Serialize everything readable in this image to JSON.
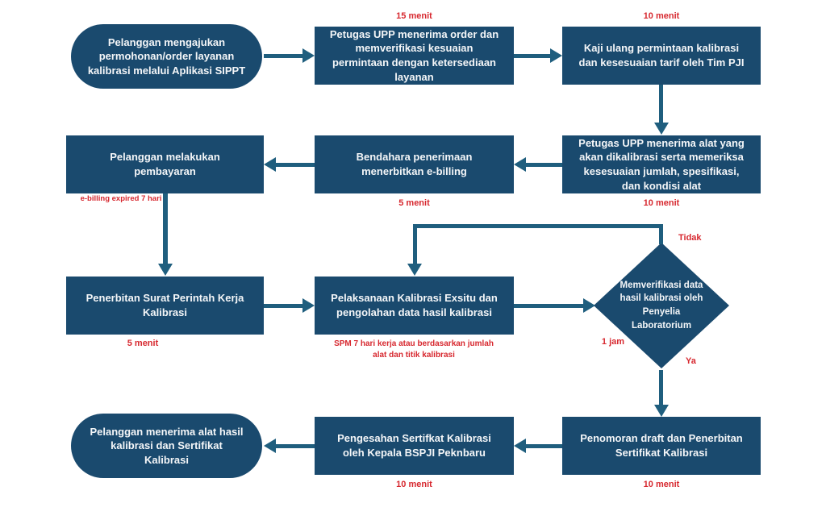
{
  "colors": {
    "bg": "#ffffff",
    "box": "#1a4a6e",
    "arrow": "#1f5e7e",
    "red": "#d7282f",
    "text": "#f4f6f8"
  },
  "flow": {
    "start": {
      "label": "Pelanggan mengajukan permohonan/order layanan kalibrasi melalui Aplikasi SIPPT"
    },
    "verify_order": {
      "label": "Petugas UPP menerima order dan memverifikasi kesuaian permintaan dengan ketersediaan layanan",
      "time": "15 menit"
    },
    "review": {
      "label": "Kaji ulang permintaan kalibrasi dan kesesuaian tarif oleh Tim PJI",
      "time": "10 menit"
    },
    "receive_tools": {
      "label": "Petugas UPP menerima alat yang akan dikalibrasi serta memeriksa kesesuaian jumlah, spesifikasi, dan kondisi alat",
      "time": "10 menit"
    },
    "ebilling": {
      "label": "Bendahara penerimaan menerbitkan e-billing",
      "time": "5 menit"
    },
    "payment": {
      "label": "Pelanggan melakukan pembayaran",
      "note": "e-billing expired 7 hari"
    },
    "spk": {
      "label": "Penerbitan Surat Perintah Kerja Kalibrasi",
      "time": "5 menit"
    },
    "kalibrasi": {
      "label": "Pelaksanaan Kalibrasi Exsitu dan pengolahan data hasil kalibrasi",
      "note": "SPM 7 hari kerja atau berdasarkan jumlah alat dan titik kalibrasi"
    },
    "verifikasi": {
      "label": "Memverifikasi data hasil kalibrasi oleh Penyelia Laboratorium",
      "time": "1 jam",
      "no_label": "Tidak",
      "yes_label": "Ya"
    },
    "penomoran": {
      "label": "Penomoran draft dan Penerbitan Sertifikat Kalibrasi",
      "time": "10 menit"
    },
    "pengesahan": {
      "label": "Pengesahan Sertifkat Kalibrasi oleh Kepala BSPJI Peknbaru",
      "time": "10 menit"
    },
    "selesai": {
      "label": "Pelanggan menerima alat hasil kalibrasi dan Sertifikat Kalibrasi"
    }
  }
}
